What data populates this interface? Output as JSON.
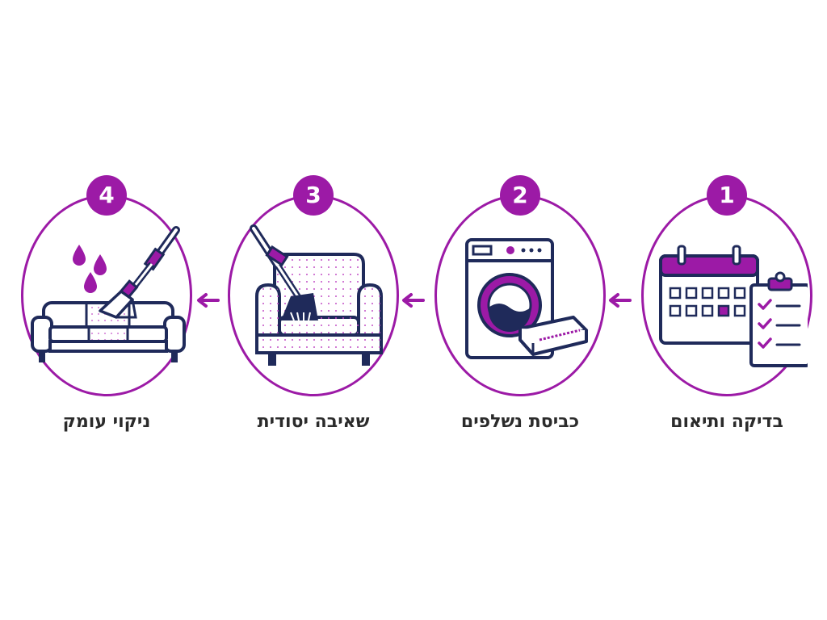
{
  "colors": {
    "accent": "#9c1aa6",
    "ink": "#1f2a5a",
    "text": "#2b2b2b"
  },
  "steps": [
    {
      "number": "1",
      "label": "בדיקה ותיאום",
      "icon": "calendar-clipboard-icon"
    },
    {
      "number": "2",
      "label": "כביסת נשלפים",
      "icon": "washing-machine-icon"
    },
    {
      "number": "3",
      "label": "שאיבה יסודית",
      "icon": "armchair-vacuum-icon"
    },
    {
      "number": "4",
      "label": "ניקוי עומק",
      "icon": "sofa-steam-cleaner-icon"
    }
  ]
}
